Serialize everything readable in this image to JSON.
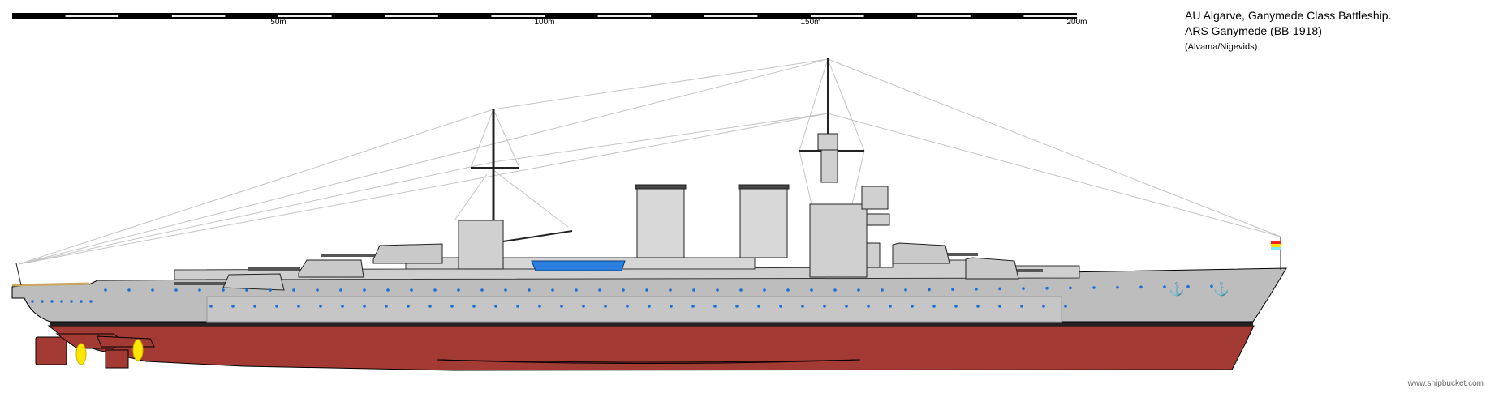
{
  "header": {
    "line1": "AU Algarve, Ganymede Class Battleship.",
    "line2": "ARS Ganymede (BB-1918)",
    "line3": "(Alvama/Nigevids)"
  },
  "scale_bar": {
    "unit_m_per_segment": 10,
    "total_m": 200,
    "labels": [
      {
        "value": 50,
        "text": "50m"
      },
      {
        "value": 100,
        "text": "100m"
      },
      {
        "value": 150,
        "text": "150m"
      },
      {
        "value": 200,
        "text": "200m"
      }
    ]
  },
  "watermark": "www.shipbucket.com",
  "colors": {
    "hull_gray": "#bdbdbd",
    "superstructure_gray": "#d4d4d4",
    "antifouling_red": "#a33a33",
    "boot_top": "#222222",
    "porthole_blue": "#1a6fd6",
    "rigging": "#c0c0c0",
    "propeller": "#ffe600",
    "boat_blue": "#2a7fe0"
  }
}
